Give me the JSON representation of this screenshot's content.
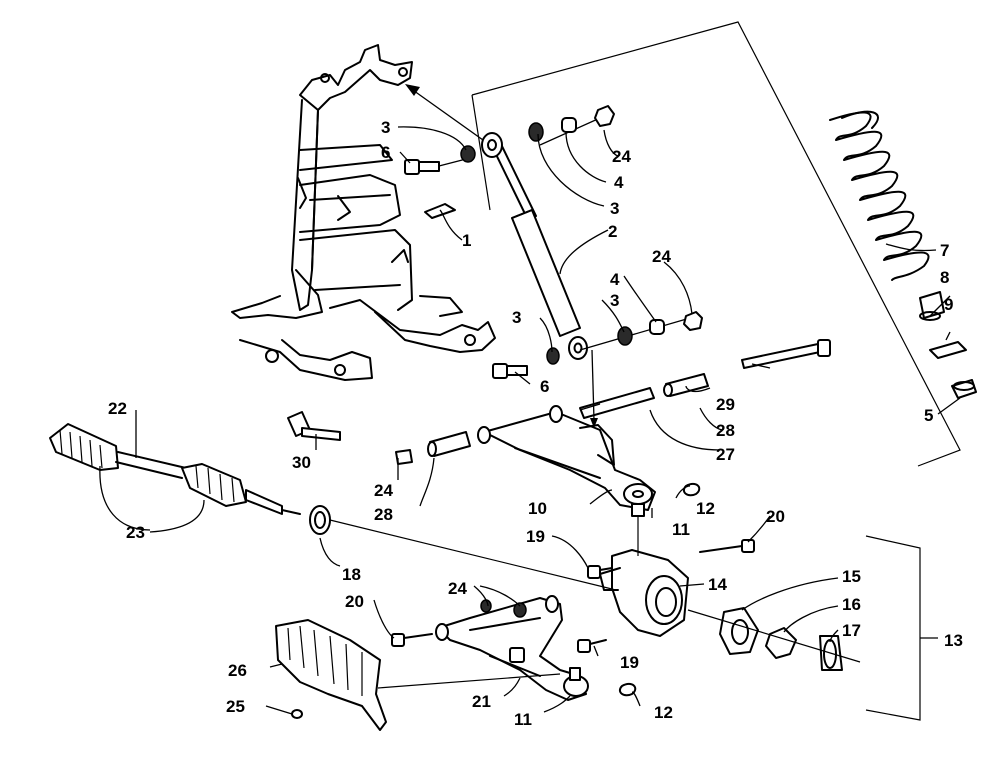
{
  "callouts": {
    "c1": "1",
    "c2": "2",
    "c3a": "3",
    "c3b": "3",
    "c3c": "3",
    "c3d": "3",
    "c4a": "4",
    "c4b": "4",
    "c5": "5",
    "c6a": "6",
    "c6b": "6",
    "c7": "7",
    "c8": "8",
    "c9": "9",
    "c10": "10",
    "c11a": "11",
    "c11b": "11",
    "c12a": "12",
    "c12b": "12",
    "c13": "13",
    "c14": "14",
    "c15": "15",
    "c16": "16",
    "c17": "17",
    "c18": "18",
    "c19a": "19",
    "c19b": "19",
    "c20a": "20",
    "c20b": "20",
    "c21": "21",
    "c22": "22",
    "c23": "23",
    "c24a": "24",
    "c24b": "24",
    "c24c": "24",
    "c24d": "24",
    "c25": "25",
    "c26": "26",
    "c27": "27",
    "c28a": "28",
    "c28b": "28",
    "c29": "29",
    "c30": "30"
  }
}
